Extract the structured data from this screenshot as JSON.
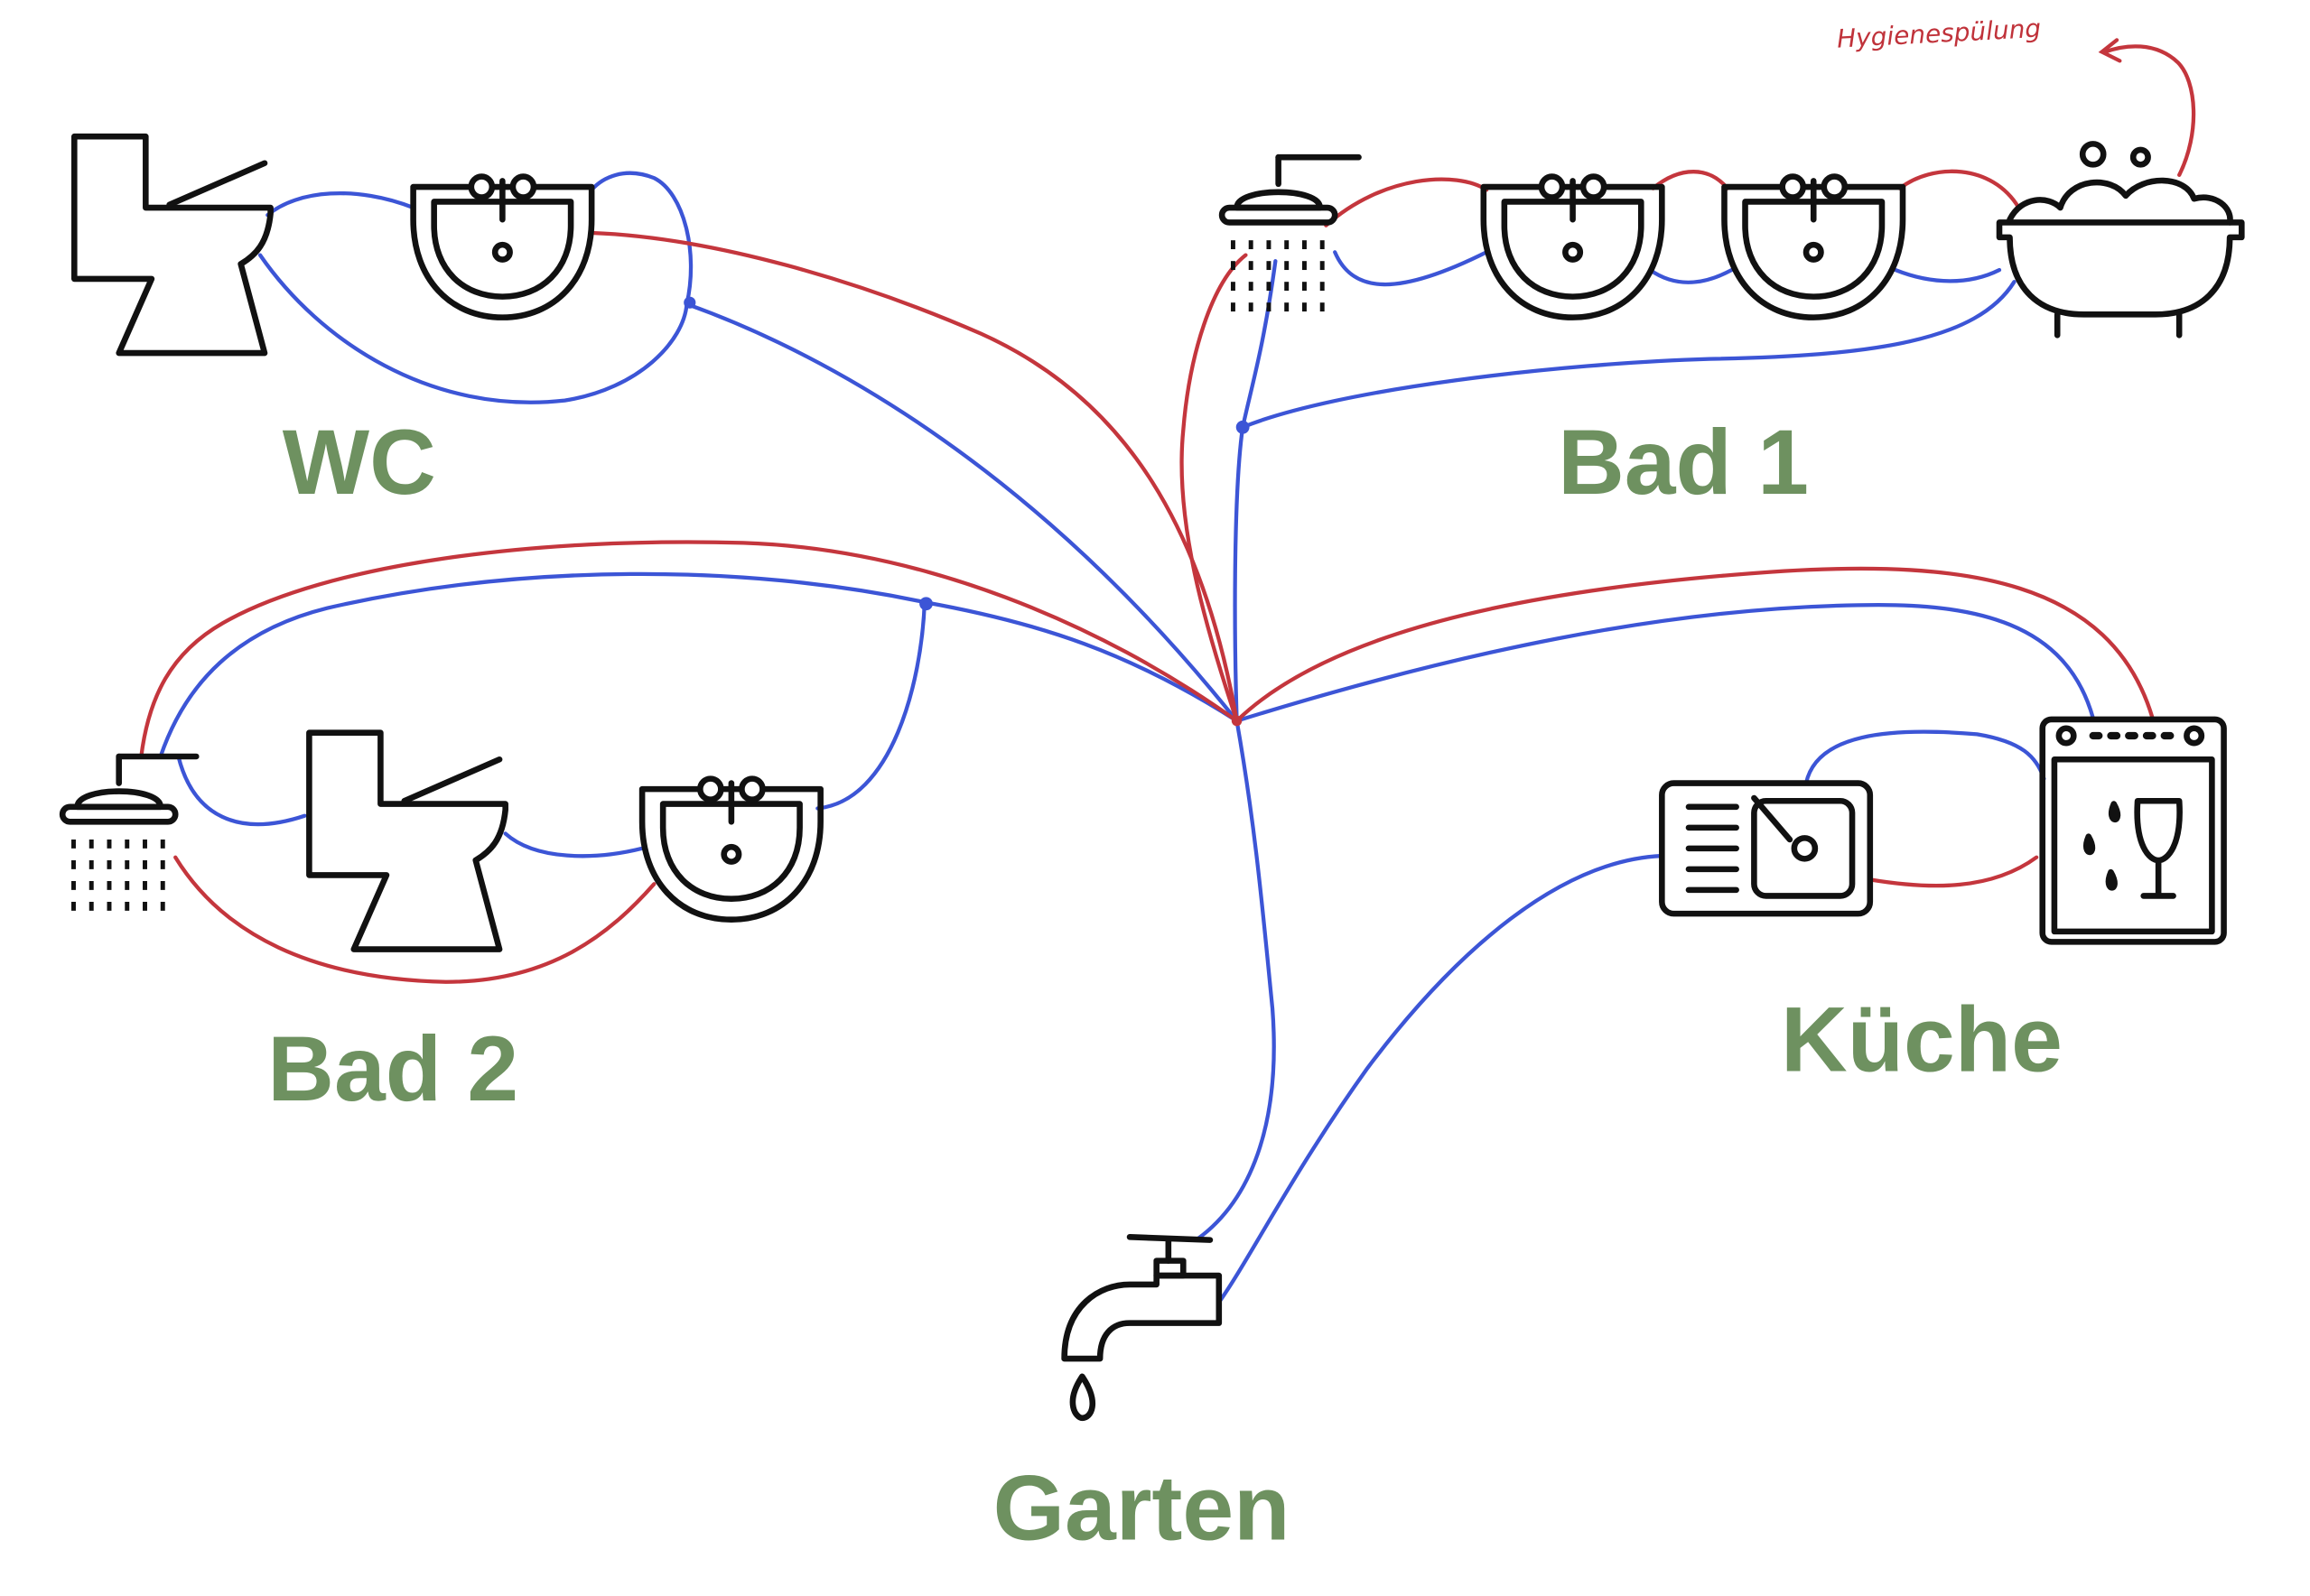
{
  "colors": {
    "cold_water": "#3c55d6",
    "hot_water": "#c4363d",
    "label": "#6e9160",
    "fixture": "#111111",
    "background": "#ffffff"
  },
  "rooms": {
    "wc": "WC",
    "bad1": "Bad 1",
    "bad2": "Bad 2",
    "kueche": "Küche",
    "garten": "Garten"
  },
  "annotation": "Hygienespülung",
  "fixtures": {
    "wc": [
      "toilet-icon",
      "sink-icon"
    ],
    "bad1": [
      "shower-icon",
      "sink-icon",
      "sink-icon",
      "bathtub-icon"
    ],
    "bad2": [
      "shower-icon",
      "toilet-icon",
      "sink-icon"
    ],
    "kueche": [
      "kitchen-sink-icon",
      "dishwasher-icon"
    ],
    "garten": [
      "outdoor-tap-icon"
    ]
  }
}
